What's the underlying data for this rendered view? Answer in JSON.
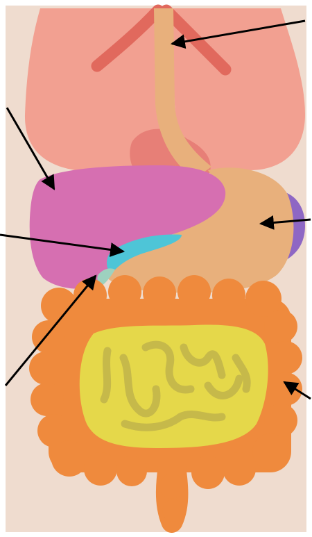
{
  "figure": {
    "type": "unlabeled anatomy diagram",
    "colors": {
      "background": "#ffffff",
      "body": "#efdccf",
      "lungs": "#f2a091",
      "bronchi": "#e1695d",
      "esophagus": "#e8b07c",
      "heart": "#e77f77",
      "liver": "#d66fb1",
      "stomach": "#e8b07c",
      "spleen": "#8e67c4",
      "gallbladder": "#4ec5d7",
      "pancreas": "#9dd1bf",
      "large_intestine": "#ef8a3d",
      "small_intestine": "#e5d84a",
      "intestine_folds": "#c6b94a",
      "leader_lines": "#000000"
    },
    "pointers": [
      {
        "id": "esophagus",
        "from": "top-right",
        "target": "esophagus"
      },
      {
        "id": "liver",
        "from": "upper-left",
        "target": "liver"
      },
      {
        "id": "stomach",
        "from": "right",
        "target": "stomach"
      },
      {
        "id": "gallbladder",
        "from": "left",
        "target": "gallbladder"
      },
      {
        "id": "pancreas",
        "from": "lower-left",
        "target": "pancreas"
      },
      {
        "id": "intestines",
        "from": "lower-right",
        "target": "large intestine"
      }
    ]
  }
}
